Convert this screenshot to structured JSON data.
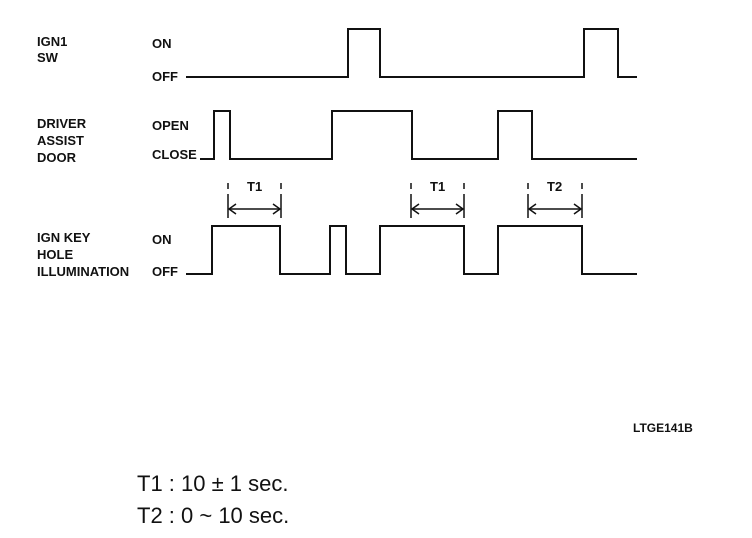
{
  "signals": [
    {
      "label_lines": [
        "IGN1",
        "SW"
      ],
      "high_state": "ON",
      "low_state": "OFF",
      "transitions": [
        [
          0,
          0
        ],
        [
          348,
          1
        ],
        [
          380,
          0
        ],
        [
          584,
          1
        ],
        [
          618,
          0
        ],
        [
          637,
          0
        ]
      ]
    },
    {
      "label_lines": [
        "DRIVER",
        "ASSIST",
        "DOOR"
      ],
      "high_state": "OPEN",
      "low_state": "CLOSE",
      "transitions": [
        [
          0,
          0
        ],
        [
          214,
          1
        ],
        [
          230,
          0
        ],
        [
          332,
          1
        ],
        [
          412,
          0
        ],
        [
          498,
          1
        ],
        [
          532,
          0
        ],
        [
          637,
          0
        ]
      ]
    },
    {
      "label_lines": [
        "IGN KEY",
        "HOLE",
        "ILLUMINATION"
      ],
      "high_state": "ON",
      "low_state": "OFF",
      "transitions": [
        [
          0,
          0
        ],
        [
          212,
          1
        ],
        [
          280,
          0
        ],
        [
          330,
          1
        ],
        [
          346,
          0
        ],
        [
          380,
          1
        ],
        [
          464,
          0
        ],
        [
          498,
          1
        ],
        [
          582,
          0
        ],
        [
          637,
          0
        ]
      ]
    }
  ],
  "timers": [
    {
      "label": "T1"
    },
    {
      "label": "T1"
    },
    {
      "label": "T2"
    }
  ],
  "figure_code": "LTGE141B",
  "legend": [
    "T1 :  10 ± 1 sec.",
    "T2 :  0 ~ 10 sec."
  ]
}
